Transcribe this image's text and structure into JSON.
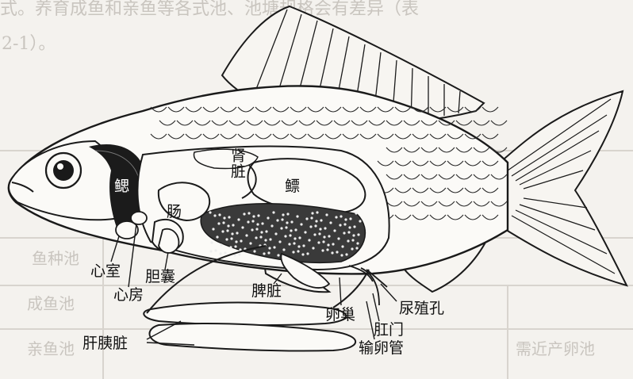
{
  "labels": {
    "gill": "鳃",
    "kidney": "肾脏",
    "swim_bladder": "鳔",
    "intestine": "肠",
    "ventricle": "心室",
    "atrium": "心房",
    "gallbladder": "胆囊",
    "spleen": "脾脏",
    "ovary": "卵巢",
    "urogenital_pore": "尿殖孔",
    "anus": "肛门",
    "oviduct": "输卵管",
    "hepatopancreas": "肝胰脏"
  },
  "background_text": {
    "line1": "式。养育成鱼和亲鱼等各式池、池塘规格会有差异（表",
    "line2": "2-1）。",
    "row_fish_pond": "鱼种池",
    "row_adult_pond": "成鱼池",
    "row_brood_pond": "亲鱼池",
    "row_near_spawning": "需近产卵池"
  }
}
